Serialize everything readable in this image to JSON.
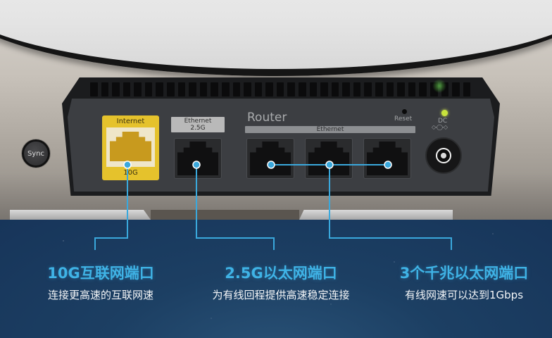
{
  "device": {
    "sync_button_label": "Sync",
    "internet_port": {
      "label": "Internet",
      "speed": "10G",
      "color": "#e5c22c"
    },
    "ethernet_25g_port": {
      "label_line1": "Ethernet",
      "label_line2": "2.5G"
    },
    "router_section": {
      "title": "Router",
      "ethernet_label": "Ethernet",
      "port_count": 3
    },
    "reset_label": "Reset",
    "dc_label": "DC",
    "dc_symbol": "◇-◯-◇",
    "dc_led_color": "#c8e33c"
  },
  "features": [
    {
      "title": "10G互联网端口",
      "description": "连接更高速的互联网速"
    },
    {
      "title": "2.5G以太网端口",
      "description": "为有线回程提供高速稳定连接"
    },
    {
      "title": "3个千兆以太网端口",
      "description": "有线网速可以达到1Gbps"
    }
  ],
  "colors": {
    "accent": "#3fb3e6",
    "callout_line": "#3aa8dc",
    "background": "#1c3f63"
  }
}
